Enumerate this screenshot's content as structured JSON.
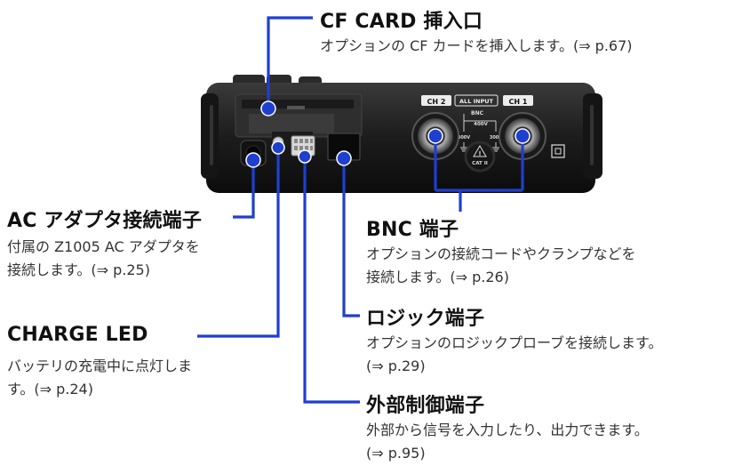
{
  "accent_color": "#1f3fd0",
  "callouts": {
    "cf_card": {
      "title": "CF CARD 挿入口",
      "desc": [
        "オプションの CF カードを挿入します。(⇒ p.67)"
      ]
    },
    "ac_adapter": {
      "title": "AC アダプタ接続端子",
      "desc": [
        "付属の Z1005 AC アダプタを",
        "接続します。(⇒ p.25)"
      ]
    },
    "charge_led": {
      "title": "CHARGE LED",
      "desc": [
        "バッテリの充電中に点灯しま",
        "す。(⇒ p.24)"
      ]
    },
    "bnc": {
      "title": "BNC 端子",
      "desc": [
        "オプションの接続コードやクランプなどを",
        "接続します。(⇒ p.26)"
      ]
    },
    "logic": {
      "title": "ロジック端子",
      "desc": [
        "オプションのロジックプローブを接続します。",
        "(⇒ p.29)"
      ]
    },
    "ext_control": {
      "title": "外部制御端子",
      "desc": [
        "外部から信号を入力したり、出力できます。",
        "(⇒ p.95)"
      ]
    }
  },
  "device_labels": {
    "ch2": "CH 2",
    "all_input": "ALL INPUT",
    "ch1": "CH 1",
    "bnc_mark": "BNC",
    "v400": "400V",
    "v300_left": "300V",
    "v300_right": "300V",
    "cat": "CAT II"
  }
}
